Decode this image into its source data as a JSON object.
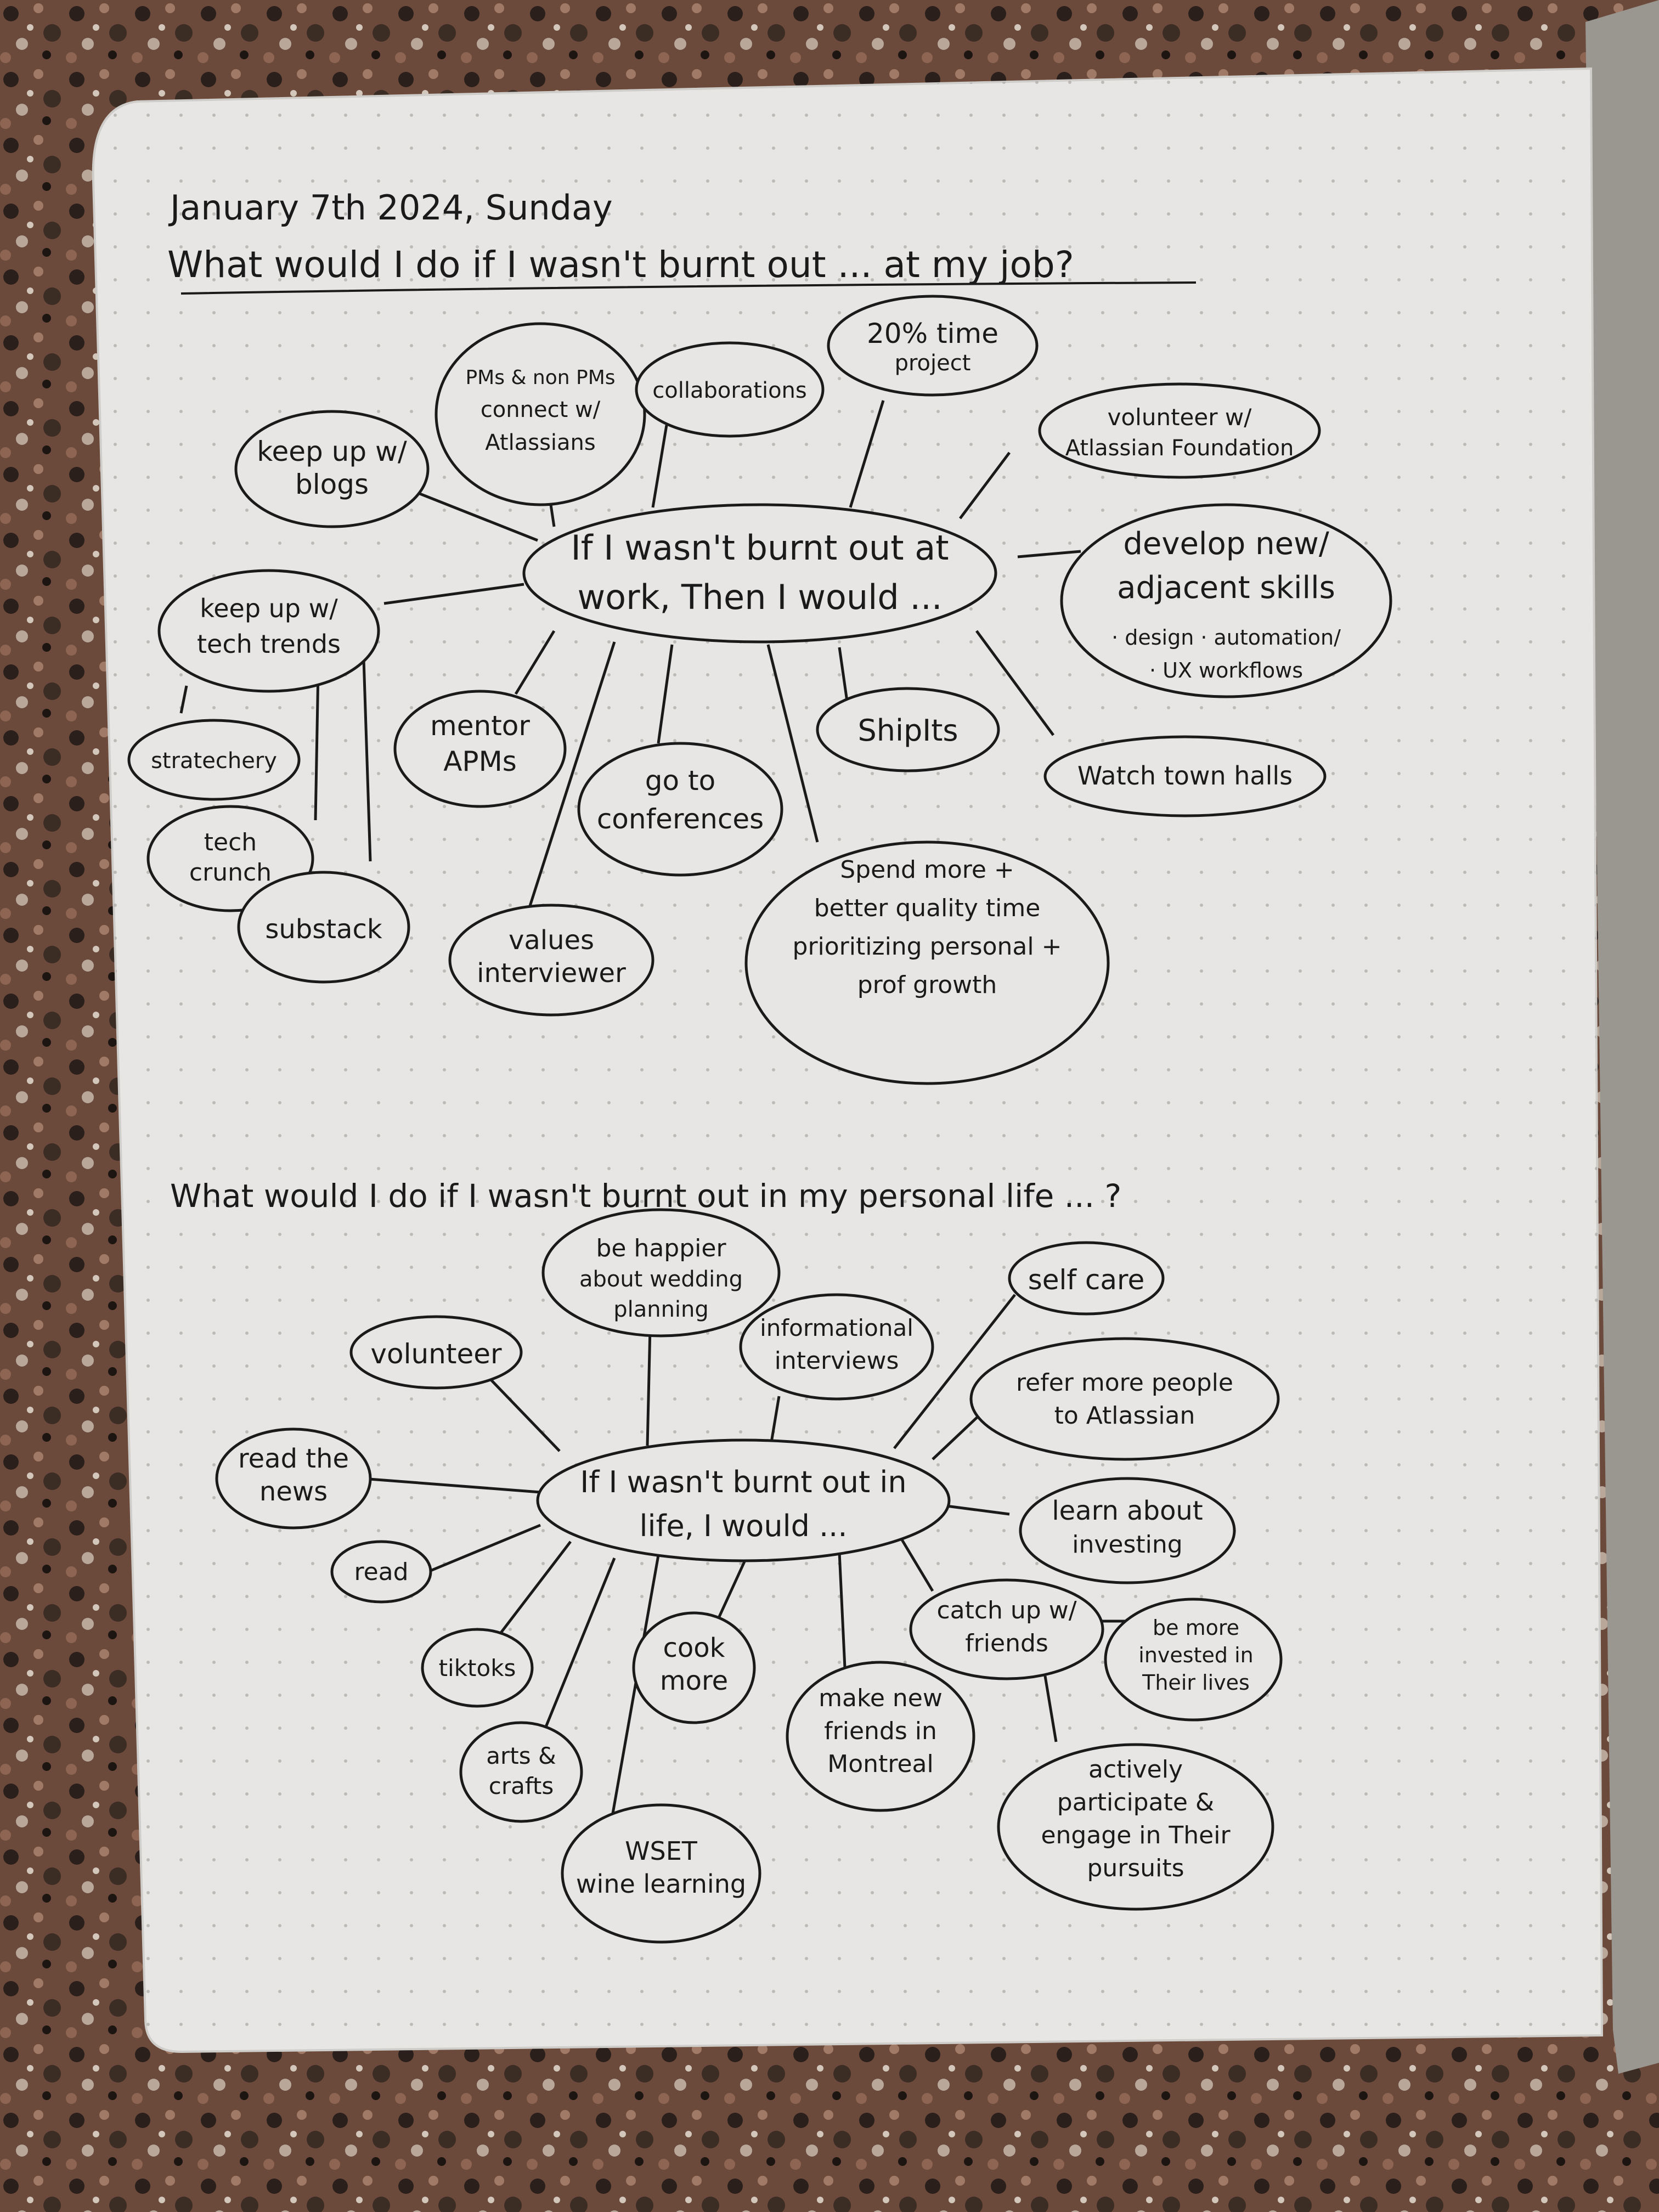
{
  "page": {
    "date": "January 7th 2024, Sunday",
    "heading_work": "What would I do if I wasn't burnt out ... at my job?",
    "heading_life": "What would I do if I wasn't burnt out in my personal life ... ?"
  },
  "work_map": {
    "center": [
      "If I wasn't burnt out at",
      "work, Then I would ..."
    ],
    "keep_up_blogs": [
      "keep up w/",
      "blogs"
    ],
    "pms_connect": [
      "PMs & non PMs",
      "connect w/",
      "Atlassians"
    ],
    "collaborations": [
      "collaborations"
    ],
    "time_project": [
      "20% time",
      "project"
    ],
    "volunteer_foundation": [
      "volunteer w/",
      "Atlassian Foundation"
    ],
    "develop_skills": [
      "develop new/",
      "adjacent skills"
    ],
    "skill_items": [
      "· design  · automation/",
      "· UX      workflows"
    ],
    "keep_up_tech": [
      "keep up w/",
      "tech trends"
    ],
    "stratechery": [
      "stratechery"
    ],
    "techcrunch": [
      "tech",
      "crunch"
    ],
    "substack": [
      "substack"
    ],
    "mentor_apms": [
      "mentor",
      "APMs"
    ],
    "values_interviewer": [
      "values",
      "interviewer"
    ],
    "go_conferences": [
      "go to",
      "conferences"
    ],
    "shipits": [
      "ShipIts"
    ],
    "quality_time": [
      "Spend more +",
      "better quality time",
      "prioritizing personal +",
      "prof    growth"
    ],
    "town_halls": [
      "Watch town halls"
    ]
  },
  "life_map": {
    "center": [
      "If I wasn't burnt out in",
      "life, I would ..."
    ],
    "wedding": [
      "be happier",
      "about wedding",
      "planning"
    ],
    "volunteer": [
      "volunteer"
    ],
    "informational": [
      "informational",
      "interviews"
    ],
    "self_care": [
      "self care"
    ],
    "refer_people": [
      "refer more people",
      "to Atlassian"
    ],
    "investing": [
      "learn about",
      "investing"
    ],
    "read_news": [
      "read the",
      "news"
    ],
    "read": [
      "read"
    ],
    "tiktoks": [
      "tiktoks"
    ],
    "arts_crafts": [
      "arts &",
      "crafts"
    ],
    "wset": [
      "WSET",
      "wine learning"
    ],
    "cook_more": [
      "cook",
      "more"
    ],
    "montreal": [
      "make new",
      "friends in",
      "Montreal"
    ],
    "catch_up": [
      "catch up w/",
      "friends"
    ],
    "invested": [
      "be more",
      "invested in",
      "Their lives"
    ],
    "participate": [
      "actively",
      "participate &",
      "engage in Their",
      "pursuits"
    ]
  },
  "colors": {
    "paper": "#e7e6e4",
    "ink": "#1a1a1a",
    "granite": "#6b4a3c",
    "cover": "#9a9690"
  }
}
